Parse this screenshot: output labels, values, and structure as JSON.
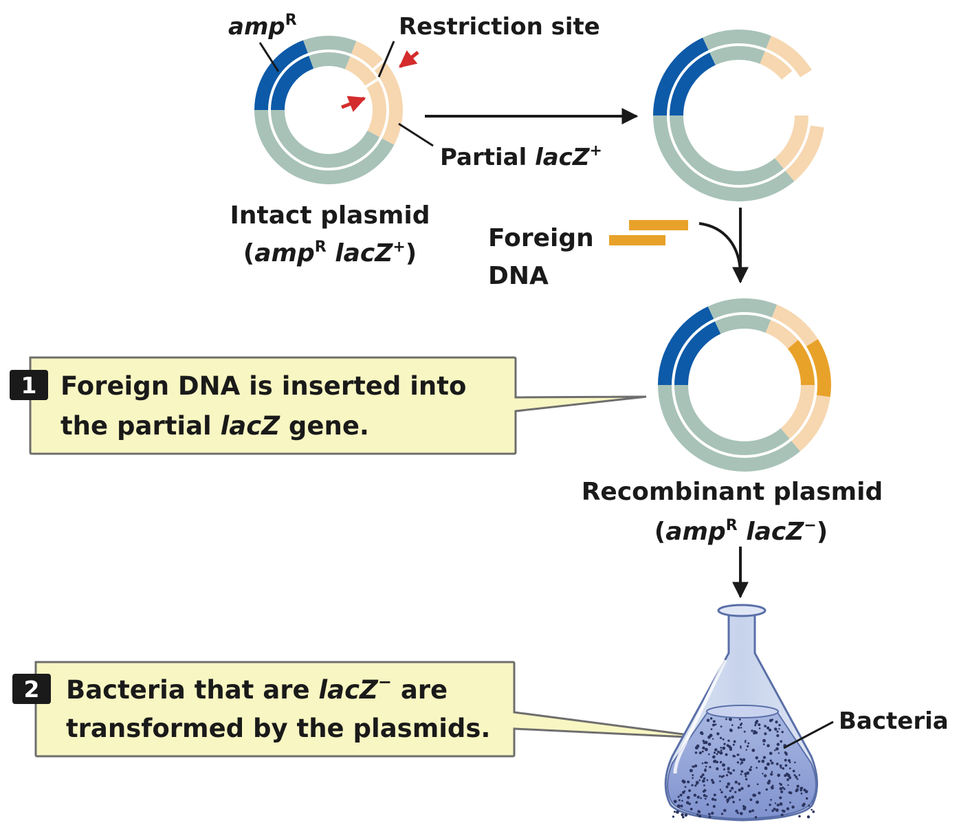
{
  "labels": {
    "amp": "amp",
    "amp_sup": "R",
    "restriction_site": "Restriction site",
    "partial": "Partial ",
    "lacz": "lacZ",
    "plus": "+",
    "intact_title": "Intact plasmid",
    "intact_open": "(",
    "intact_space": " ",
    "intact_close": ")",
    "foreign": "Foreign",
    "dna": "DNA",
    "recomb_title": "Recombinant plasmid",
    "minus": "−",
    "bacteria": "Bacteria"
  },
  "steps": [
    {
      "number": "1",
      "line1": "Foreign DNA is inserted into",
      "line2_a": "the partial ",
      "line2_it": "lacZ",
      "line2_b": " gene."
    },
    {
      "number": "2",
      "line1_a": "Bacteria that are ",
      "line1_it": "lacZ",
      "line1_sup": "−",
      "line1_b": " are",
      "line2": "transformed by the plasmids."
    }
  ],
  "colors": {
    "amp_blue": "#0d5aa8",
    "plasmid_gray": "#a8c2b8",
    "lacz_peach": "#f6d7b0",
    "foreign_orange": "#e8a22a",
    "callout_fill": "#f8f6c2",
    "arrow_red": "#d42c2c",
    "flask_blue": "#9fb3dc"
  }
}
